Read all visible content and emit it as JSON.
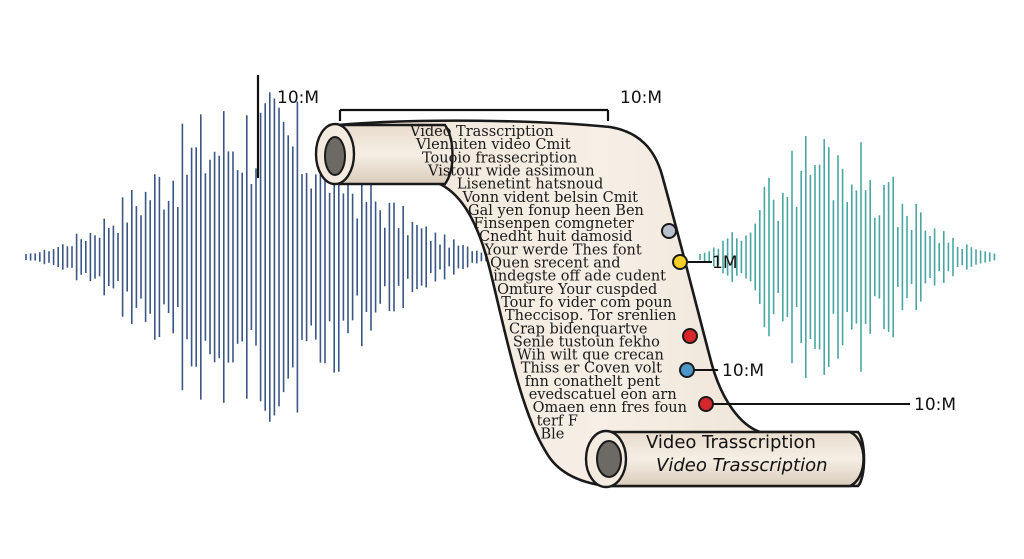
{
  "colors": {
    "wave_left": "#3b5685",
    "wave_right": "#4aa6a3",
    "paper": "#f2e9de",
    "paper_shadow": "#d8ccbd",
    "ink": "#1a1a1a",
    "dot_gray": "#b9c1d1",
    "dot_yellow": "#f3cf28",
    "dot_red": "#d8262d",
    "dot_blue": "#4a97c8"
  },
  "timeline": {
    "start_label": "10:M",
    "end_label": "10:M"
  },
  "scroll": {
    "lines": [
      "Video Trasscription",
      "Vlenhiten video Cmit",
      "Touoio frassecription",
      "Vistour wide assimoun",
      "Lisenetint hatsnoud",
      "Vonn vident belsin Cmit",
      "Gal yen fonup heen Ben",
      "Finsenpen comgneter",
      "Cnedht huit damosid",
      "Your werde Thes font",
      "Quen srecent and",
      "indegste off ade cudent",
      "Omture Your cuspded",
      "Tour fo vider com poun",
      "Theccisop. Tor srenlien",
      "Crap bidenquartve",
      "Senle tustoun fekho",
      "Wih wilt que crecan",
      "Thiss er Coven volt",
      "fnn conathelt pent",
      "evedscatuel eon arn",
      "Omaen enn fres foun",
      "terf F",
      "Ble"
    ],
    "title_line_1": "Video Trasscription",
    "title_line_2": "Video Trasscription"
  },
  "markers": [
    {
      "color": "gray",
      "label": ""
    },
    {
      "color": "yellow",
      "label": "1M"
    },
    {
      "color": "red",
      "label": ""
    },
    {
      "color": "blue",
      "label": "10:M"
    },
    {
      "color": "red",
      "label": "10:M"
    }
  ]
}
